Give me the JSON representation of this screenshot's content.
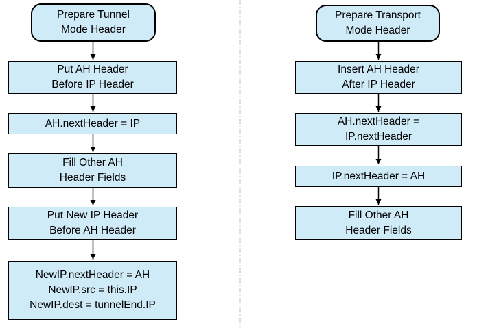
{
  "diagram": {
    "title": "AH header preparation flowcharts",
    "colors": {
      "box_fill": "#d0ebf8",
      "box_border": "#000000",
      "arrow": "#000000",
      "divider": "#606060"
    },
    "left_flow": {
      "name": "tunnel-mode",
      "steps": [
        {
          "type": "terminator",
          "text": "Prepare Tunnel\nMode Header"
        },
        {
          "type": "process",
          "text": "Put AH Header\nBefore IP Header"
        },
        {
          "type": "process",
          "text": "AH.nextHeader = IP"
        },
        {
          "type": "process",
          "text": "Fill Other AH\nHeader Fields"
        },
        {
          "type": "process",
          "text": "Put New IP Header\nBefore AH Header"
        },
        {
          "type": "process",
          "text": "NewIP.nextHeader = AH\nNewIP.src = this.IP\nNewIP.dest = tunnelEnd.IP"
        }
      ]
    },
    "right_flow": {
      "name": "transport-mode",
      "steps": [
        {
          "type": "terminator",
          "text": "Prepare Transport\nMode Header"
        },
        {
          "type": "process",
          "text": "Insert AH Header\nAfter IP Header"
        },
        {
          "type": "process",
          "text": "AH.nextHeader =\nIP.nextHeader"
        },
        {
          "type": "process",
          "text": "IP.nextHeader = AH"
        },
        {
          "type": "process",
          "text": "Fill Other AH\nHeader Fields"
        }
      ]
    }
  }
}
